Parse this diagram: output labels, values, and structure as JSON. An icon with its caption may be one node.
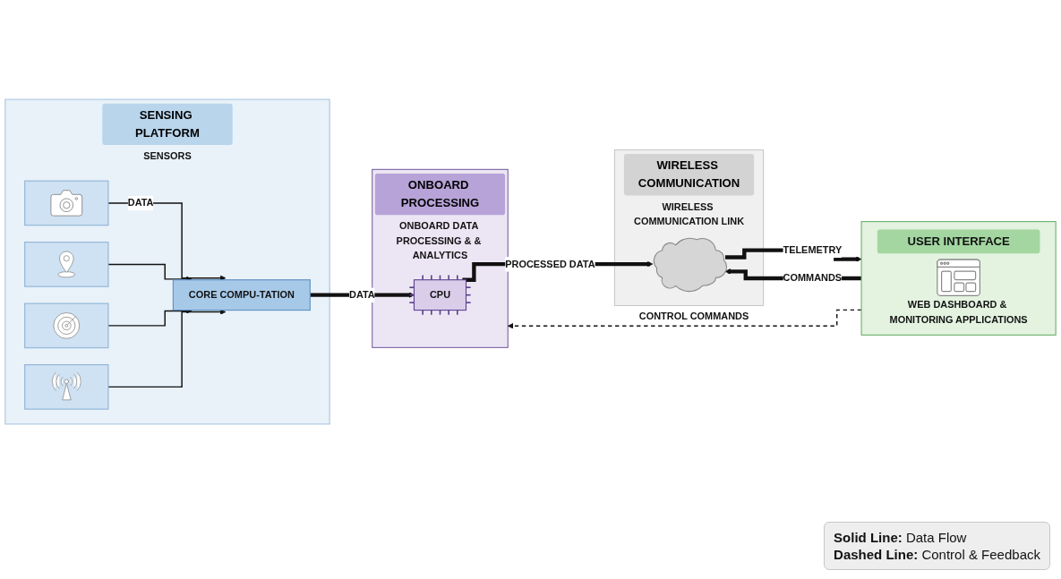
{
  "diagram": {
    "nodes": [
      {
        "text": [
          "SENSING PLATFORM",
          "SENSORS"
        ]
      },
      {
        "text": [],
        "shape": "box",
        "in": 0
      },
      {
        "text": [],
        "shape": "box",
        "in": 0
      },
      {
        "text": [],
        "shape": "box",
        "in": 0
      },
      {
        "text": [],
        "shape": "box",
        "in": 0
      },
      {
        "text": [
          "CORE COMPU-TATION"
        ],
        "in": 0
      },
      {
        "text": [
          "ONBOARD PROCESSING",
          "ONBOARD DATA PROCESSING & & ANALYTICS"
        ]
      },
      {
        "text": [
          "CPU"
        ],
        "in": 6
      },
      {
        "text": [
          "WIRELESS COMMUNICATION",
          "WIRELESS COMMUNICATION LINK"
        ]
      },
      {
        "text": [],
        "shape": "cloud",
        "in": 8
      },
      {
        "text": [
          "USER INTERFACE",
          "WEB DASHBOARD & MONITORING APPLICATIONS"
        ]
      }
    ],
    "edges": [
      {
        "from": 1,
        "to": 5,
        "arrow": "to",
        "label": "DATA"
      },
      {
        "from": 2,
        "to": 5,
        "arrow": "to"
      },
      {
        "from": 3,
        "to": 5,
        "arrow": "to"
      },
      {
        "from": 4,
        "to": 5,
        "arrow": "to"
      },
      {
        "from": 5,
        "to": 7,
        "arrow": "to",
        "label": "DATA",
        "style": "thick"
      },
      {
        "from": 7,
        "to": 9,
        "arrow": "to",
        "label": "PROCESSED DATA",
        "style": "thick"
      },
      {
        "from": 9,
        "to": 10,
        "arrow": "to",
        "label": "TELEMETRY",
        "style": "thick"
      },
      {
        "from": 10,
        "to": 9,
        "arrow": "to",
        "label": "COMMANDS",
        "style": "thick"
      },
      {
        "from": 10,
        "to": 6,
        "arrow": "to",
        "label": "CONTROL COMMANDS",
        "style": "dashed"
      }
    ],
    "legend": [
      {
        "text": "**Solid Line:** Data Flow"
      },
      {
        "text": "**Dashed Line:** Control & Feedback"
      }
    ]
  }
}
